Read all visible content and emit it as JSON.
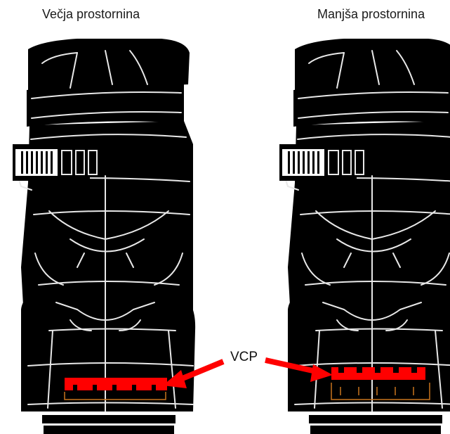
{
  "captions": {
    "left": "Večja prostornina",
    "right": "Manjša prostornina"
  },
  "callout": {
    "label": "VCP"
  },
  "colors": {
    "boot": "#000000",
    "contour": "#e8e8e8",
    "vcp": "#ff0000",
    "vcp_outline": "#c8741e"
  }
}
